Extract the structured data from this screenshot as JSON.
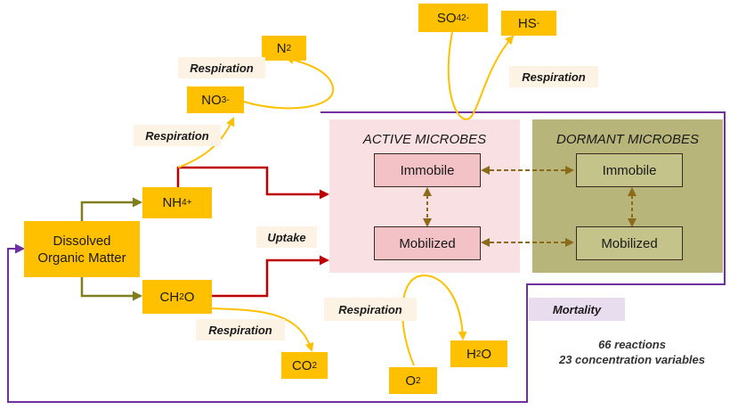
{
  "nodes": {
    "dom": "Dissolved Organic Matter",
    "nh4": {
      "base": "NH",
      "sub": "4",
      "sup": "+"
    },
    "ch2o": {
      "pre": "CH",
      "sub": "2",
      "post": "O"
    },
    "no3": {
      "base": "NO",
      "sub": "3",
      "sup": "-"
    },
    "n2": {
      "base": "N",
      "sub": "2"
    },
    "so4": {
      "base": "SO",
      "sub": "4",
      "sup": "2-"
    },
    "hs": {
      "base": "HS",
      "sup": "-"
    },
    "co2": {
      "base": "CO",
      "sub": "2"
    },
    "o2": {
      "base": "O",
      "sub": "2"
    },
    "h2o": {
      "pre": "H",
      "sub": "2",
      "post": "O"
    }
  },
  "labels": {
    "respiration": "Respiration",
    "uptake": "Uptake",
    "mortality": "Mortality"
  },
  "active": {
    "title": "ACTIVE MICROBES",
    "immobile": "Immobile",
    "mobilized": "Mobilized"
  },
  "dormant": {
    "title": "DORMANT MICROBES",
    "immobile": "Immobile",
    "mobilized": "Mobilized"
  },
  "notes": {
    "reactions": "66 reactions",
    "variables": "23 concentration variables"
  },
  "colors": {
    "chem_fill": "#ffc000",
    "respiration_arrow": "#ffc000",
    "uptake_arrow": "#c00000",
    "dom_arrow": "#7f7f1f",
    "mortality_frame": "#7030a0",
    "active_region": "#f9e0e2",
    "dormant_region": "#b7b57a",
    "exchange_arrow": "#8b6a1a"
  }
}
